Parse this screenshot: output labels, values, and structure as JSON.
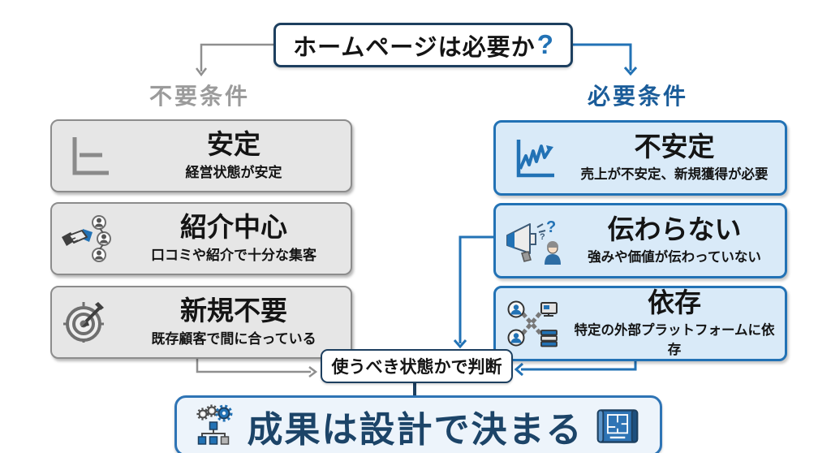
{
  "title": {
    "text": "ホームページは必要か",
    "question": "?"
  },
  "left_column": {
    "header": "不要条件",
    "cards": [
      {
        "icon": "flat-chart-icon",
        "title": "安定",
        "subtitle": "経営状態が安定"
      },
      {
        "icon": "handshake-network-icon",
        "title": "紹介中心",
        "subtitle": "口コミや紹介で十分な集客"
      },
      {
        "icon": "target-icon",
        "title": "新規不要",
        "subtitle": "既存顧客で間に合っている"
      }
    ]
  },
  "right_column": {
    "header": "必要条件",
    "cards": [
      {
        "icon": "volatile-chart-icon",
        "title": "不安定",
        "subtitle": "売上が不安定、新規獲得が必要"
      },
      {
        "icon": "megaphone-icon",
        "title": "伝わらない",
        "subtitle": "強みや価値が伝わっていない",
        "megaphone_questions": [
          "?",
          "?"
        ]
      },
      {
        "icon": "chain-icon",
        "title": "依存",
        "subtitle": "特定の外部プラットフォームに依存"
      }
    ]
  },
  "judgment": {
    "label": "使うべき状態かで判断"
  },
  "conclusion": {
    "label": "成果は設計で決まる"
  },
  "colors": {
    "accent_blue": "#2272b5",
    "navy": "#1d3f5f",
    "header_gray": "#9b9b9b",
    "header_blue": "#1a5c99",
    "card_gray_fill": "#e6e6e6",
    "card_gray_border": "#8c8c8c",
    "card_blue_fill": "#d9eaf8",
    "final_fill": "#edf4fb",
    "final_text": "#1c4468"
  }
}
